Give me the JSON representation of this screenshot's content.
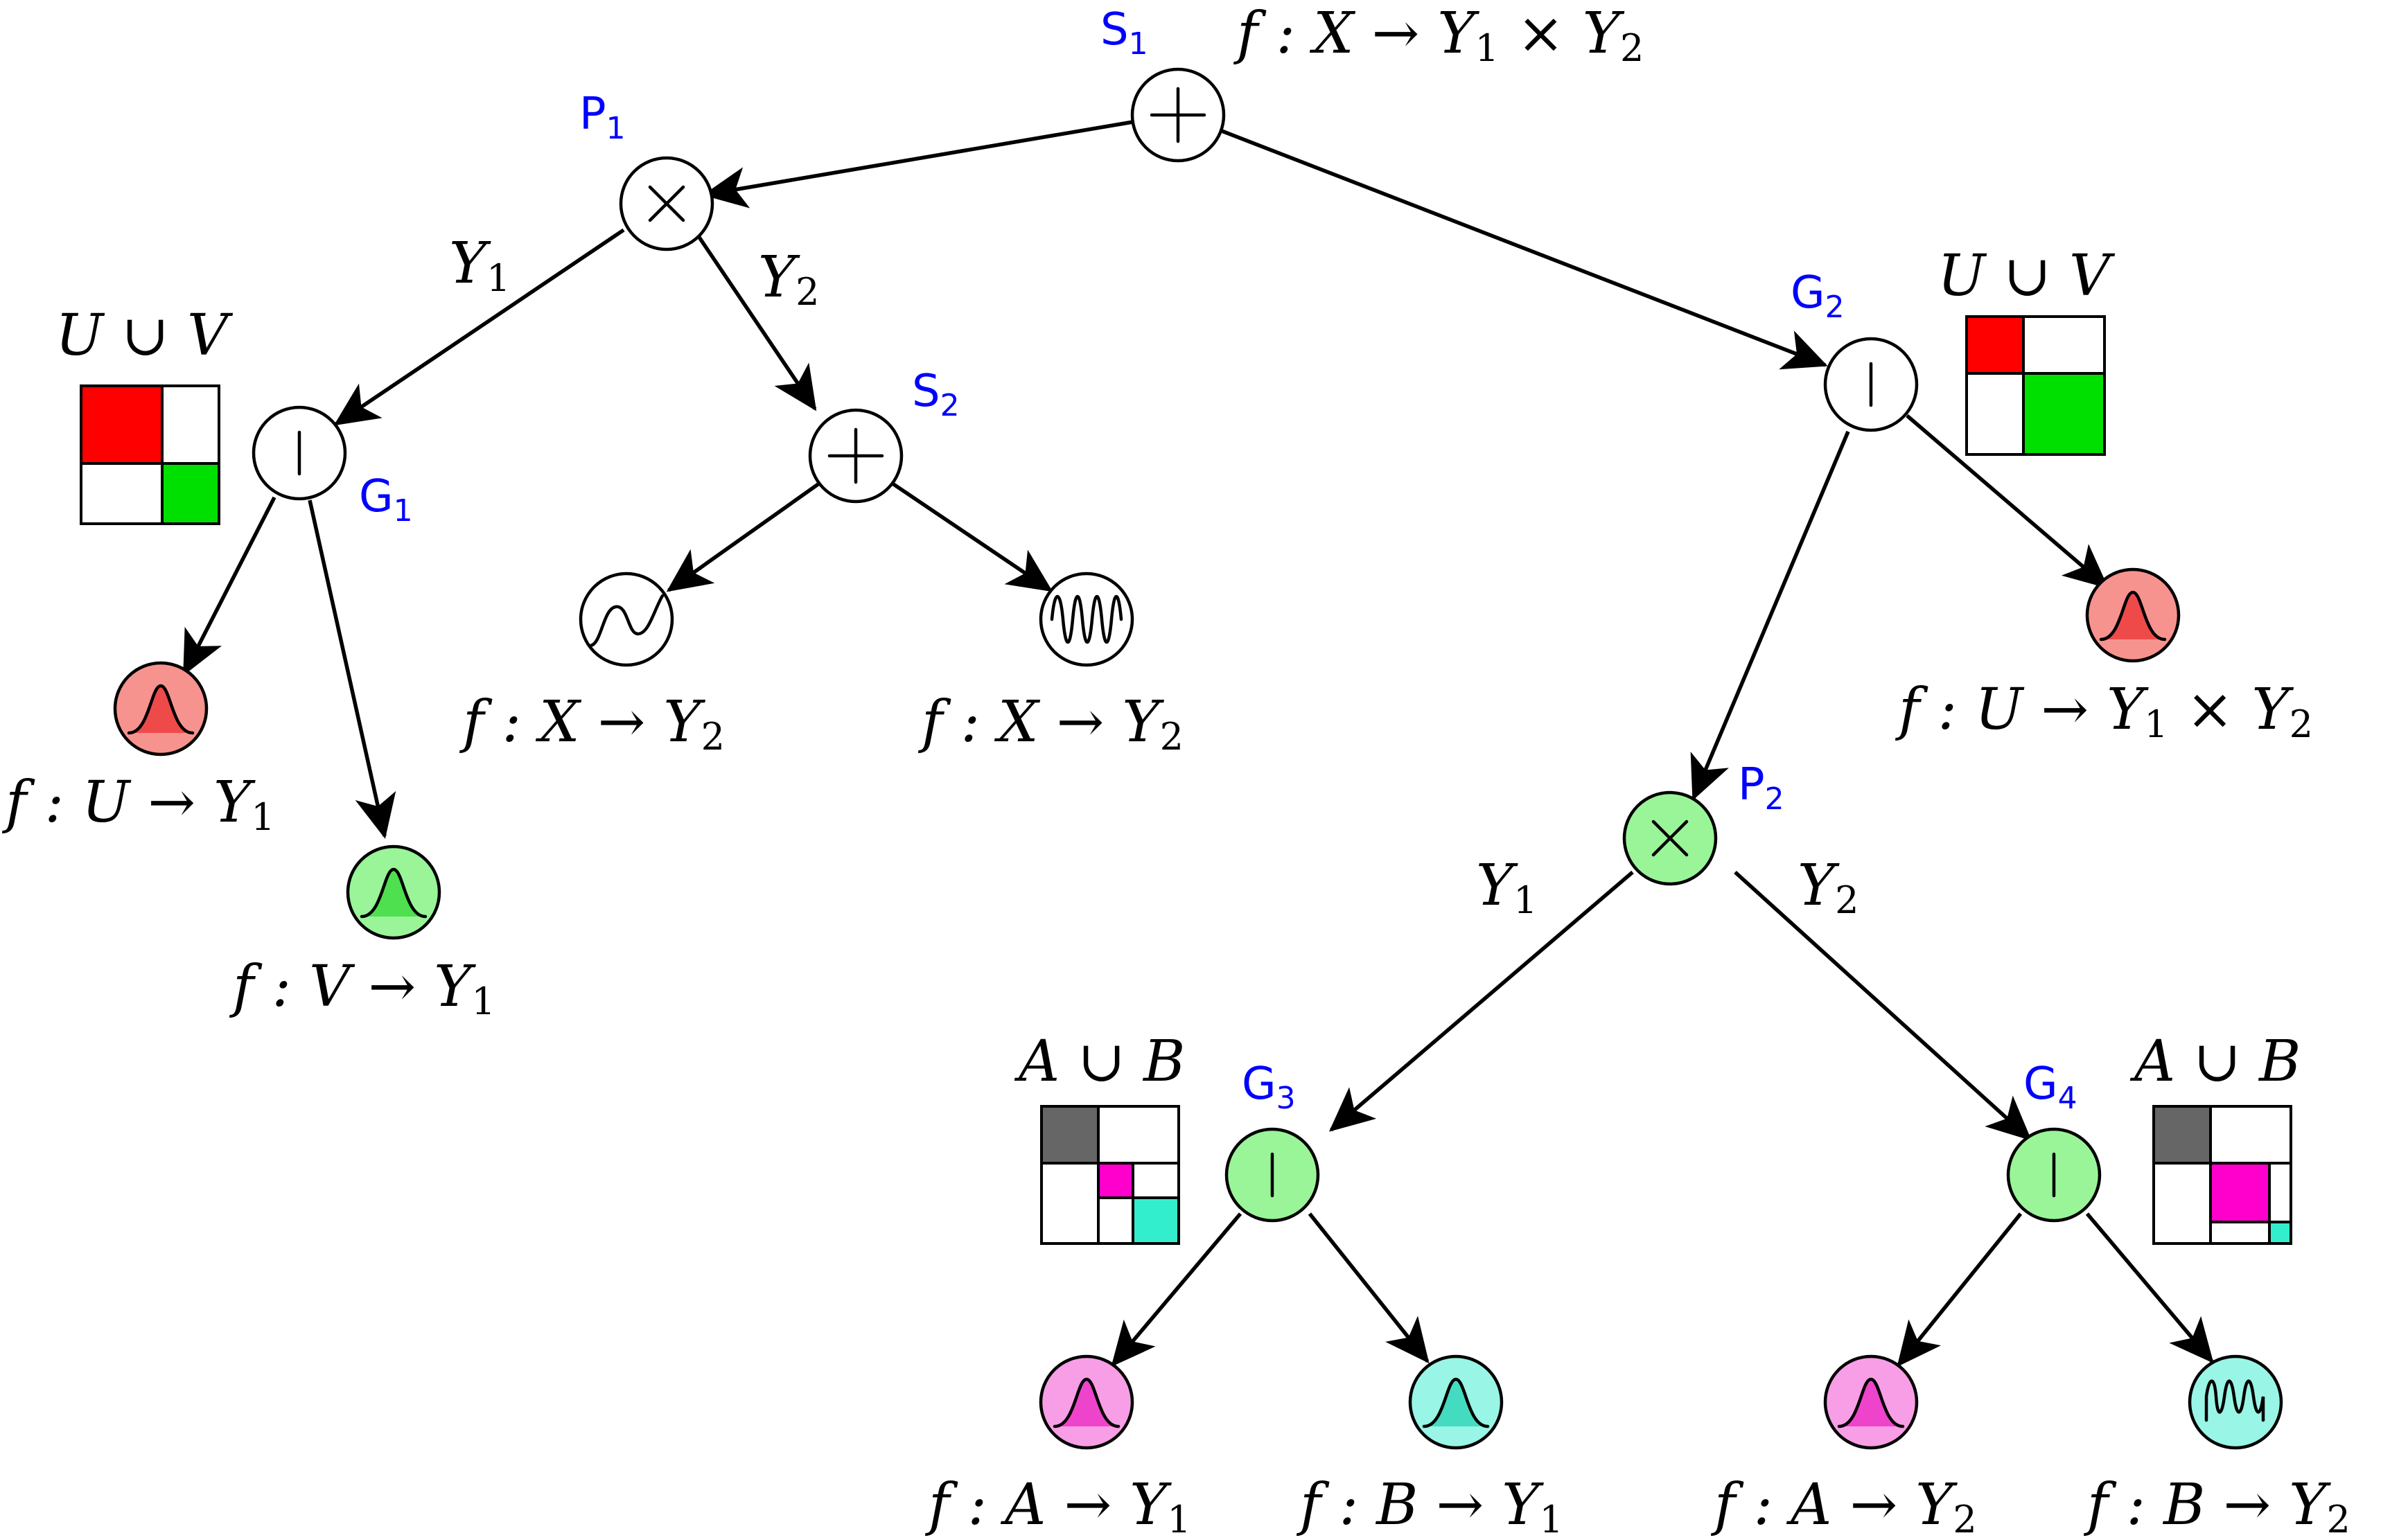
{
  "colors": {
    "node_white": "#ffffff",
    "node_green": "#99f598",
    "leaf_red": "#f7938e",
    "leaf_green": "#99f598",
    "leaf_magenta": "#f79ee6",
    "leaf_cyan": "#99f5e6",
    "grid_red": "#ff0000",
    "grid_green": "#00e000",
    "grid_gray": "#666666",
    "grid_magenta": "#ff00cc",
    "grid_cyan": "#33eecc",
    "label_blue": "#0000ff"
  },
  "nodes": {
    "S1": {
      "name": "S",
      "index": "1",
      "op": "plus",
      "annotation": {
        "f": "f",
        "colon": ":",
        "dom": "X",
        "arrow": "→",
        "cod1": "Y",
        "cod1_sub": "1",
        "times": "×",
        "cod2": "Y",
        "cod2_sub": "2"
      }
    },
    "P1": {
      "name": "P",
      "index": "1",
      "op": "times"
    },
    "S2": {
      "name": "S",
      "index": "2",
      "op": "plus"
    },
    "G1": {
      "name": "G",
      "index": "1",
      "op": "gate",
      "partition": {
        "set": "U",
        "union": "∪",
        "set2": "V"
      }
    },
    "G2": {
      "name": "G",
      "index": "2",
      "op": "gate",
      "partition": {
        "set": "U",
        "union": "∪",
        "set2": "V"
      }
    },
    "P2": {
      "name": "P",
      "index": "2",
      "op": "times"
    },
    "G3": {
      "name": "G",
      "index": "3",
      "op": "gate",
      "partition": {
        "set": "A",
        "union": "∪",
        "set2": "B"
      }
    },
    "G4": {
      "name": "G",
      "index": "4",
      "op": "gate",
      "partition": {
        "set": "A",
        "union": "∪",
        "set2": "B"
      }
    }
  },
  "edge_labels": {
    "p1_y1": {
      "sym": "Y",
      "sub": "1"
    },
    "p1_y2": {
      "sym": "Y",
      "sub": "2"
    },
    "p2_y1": {
      "sym": "Y",
      "sub": "1"
    },
    "p2_y2": {
      "sym": "Y",
      "sub": "2"
    }
  },
  "leaves": {
    "g1_red": {
      "f": "f",
      "colon": ":",
      "dom": "U",
      "arrow": "→",
      "cod": "Y",
      "sub": "1",
      "icon": "gaussian-icon"
    },
    "g1_green": {
      "f": "f",
      "colon": ":",
      "dom": "V",
      "arrow": "→",
      "cod": "Y",
      "sub": "1",
      "icon": "gaussian-icon"
    },
    "s2_left": {
      "f": "f",
      "colon": ":",
      "dom": "X",
      "arrow": "→",
      "cod": "Y",
      "sub": "2",
      "icon": "smooth-wave-icon"
    },
    "s2_right": {
      "f": "f",
      "colon": ":",
      "dom": "X",
      "arrow": "→",
      "cod": "Y",
      "sub": "2",
      "icon": "oscillation-icon"
    },
    "g2_red": {
      "f": "f",
      "colon": ":",
      "dom": "U",
      "arrow": "→",
      "cod": "Y",
      "sub": "1",
      "times": "×",
      "cod2": "Y",
      "sub2": "2",
      "icon": "gaussian-icon"
    },
    "g3_magenta": {
      "f": "f",
      "colon": ":",
      "dom": "A",
      "arrow": "→",
      "cod": "Y",
      "sub": "1",
      "icon": "gaussian-icon"
    },
    "g3_cyan": {
      "f": "f",
      "colon": ":",
      "dom": "B",
      "arrow": "→",
      "cod": "Y",
      "sub": "1",
      "icon": "gaussian-icon"
    },
    "g4_magenta": {
      "f": "f",
      "colon": ":",
      "dom": "A",
      "arrow": "→",
      "cod": "Y",
      "sub": "2",
      "icon": "gaussian-icon"
    },
    "g4_cyan": {
      "f": "f",
      "colon": ":",
      "dom": "B",
      "arrow": "→",
      "cod": "Y",
      "sub": "2",
      "icon": "oscillation-icon"
    }
  }
}
